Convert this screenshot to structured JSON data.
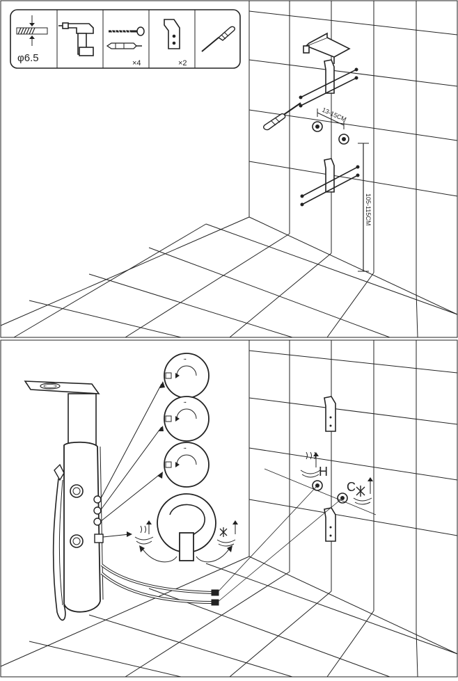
{
  "toolbox": {
    "drill_diameter": "φ6.5",
    "screw_qty": "×4",
    "bracket_qty": "×2"
  },
  "dimensions": {
    "bracket_spacing": "13-15CM",
    "mount_height": "105-115CM"
  },
  "inlets": {
    "hot_label": "H",
    "cold_label": "C"
  },
  "colors": {
    "line": "#222222",
    "background": "#ffffff"
  }
}
